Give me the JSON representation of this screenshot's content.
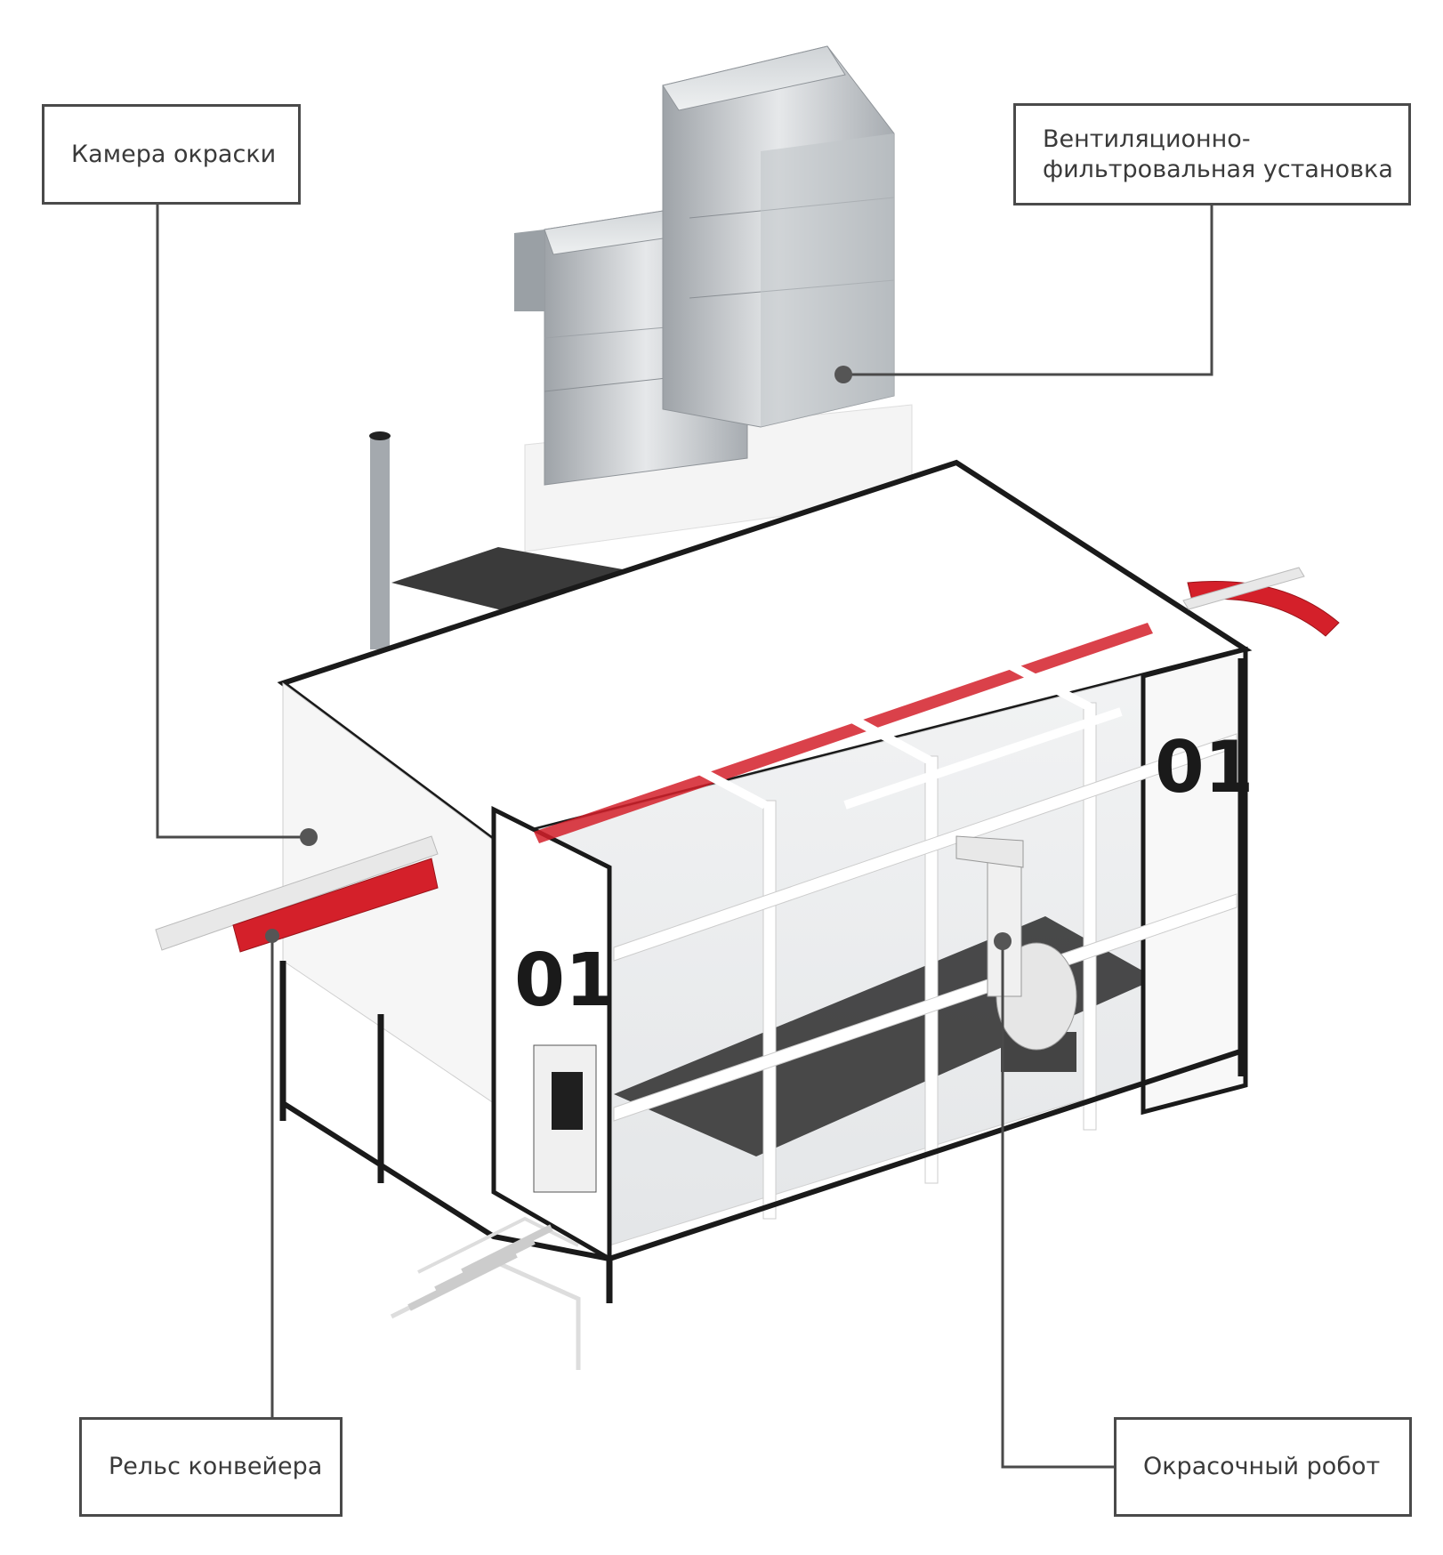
{
  "labels": {
    "booth": "Камера окраски",
    "vent_line1": "Вентиляционно-",
    "vent_line2": "фильтровальная установка",
    "rail": "Рельс конвейера",
    "robot": "Окрасочный робот"
  },
  "booth_number": "01",
  "colors": {
    "frame": "#1a1a1a",
    "rail": "#d4202a",
    "duct": "#b8bcc0",
    "callout_line": "#4a4a4a"
  },
  "icons": [
    "callout-dot",
    "paint-robot",
    "ventilation-duct",
    "conveyor-rail",
    "stair"
  ]
}
